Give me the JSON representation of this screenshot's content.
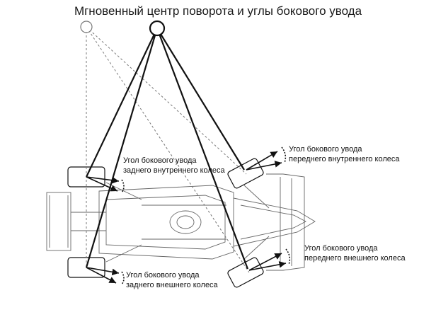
{
  "title": "Мгновенный центр поворота и углы бокового увода",
  "labels": {
    "front_inner": {
      "line1": "Угол бокового увода",
      "line2": "переднего внутреннего колеса"
    },
    "rear_inner": {
      "line1": "Угол бокового увода",
      "line2": "заднего внутреннего колеса"
    },
    "front_outer": {
      "line1": "Угол бокового увода",
      "line2": "переднего внешнего колеса"
    },
    "rear_outer": {
      "line1": "Угол бокового увода",
      "line2": "заднего внешнего колеса"
    }
  },
  "colors": {
    "line": "#111111",
    "car": "#555555",
    "dashed": "#777777"
  }
}
